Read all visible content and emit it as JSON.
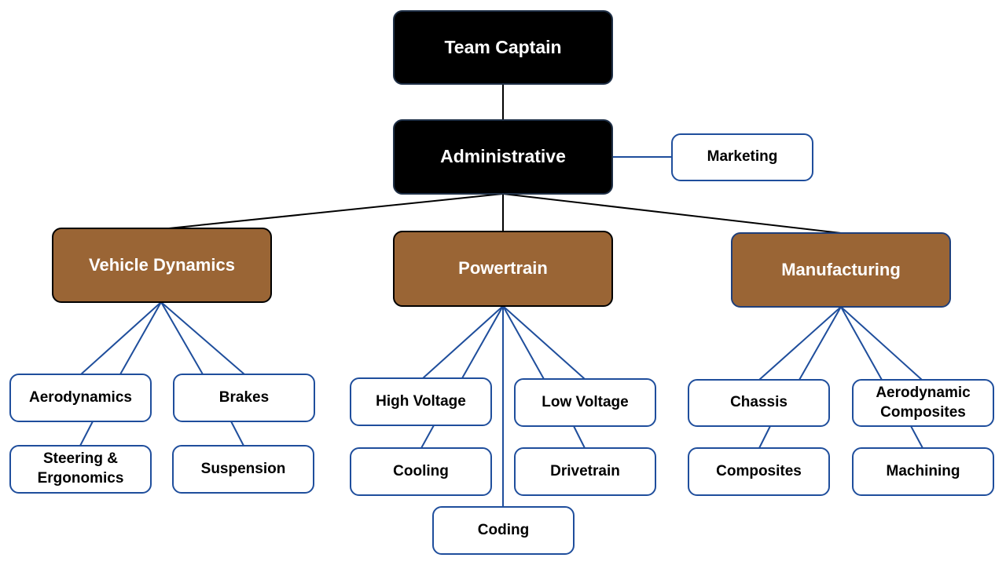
{
  "colors": {
    "top_fill": "#000000",
    "group_fill": "#9a6535",
    "leaf_border": "#1f4e9c",
    "dark_connector": "#000000",
    "blue_connector": "#1f4e9c"
  },
  "chart": {
    "team_captain": "Team Captain",
    "administrative": "Administrative",
    "marketing": "Marketing",
    "divisions": {
      "vehicle_dynamics": {
        "label": "Vehicle Dynamics",
        "aerodynamics": "Aerodynamics",
        "brakes": "Brakes",
        "steering_line1": "Steering &",
        "steering_line2": "Ergonomics",
        "suspension": "Suspension"
      },
      "powertrain": {
        "label": "Powertrain",
        "high_voltage": "High Voltage",
        "low_voltage": "Low Voltage",
        "cooling": "Cooling",
        "drivetrain": "Drivetrain",
        "coding": "Coding"
      },
      "manufacturing": {
        "label": "Manufacturing",
        "chassis": "Chassis",
        "aero_comp_line1": "Aerodynamic",
        "aero_comp_line2": "Composites",
        "composites": "Composites",
        "machining": "Machining"
      }
    }
  }
}
